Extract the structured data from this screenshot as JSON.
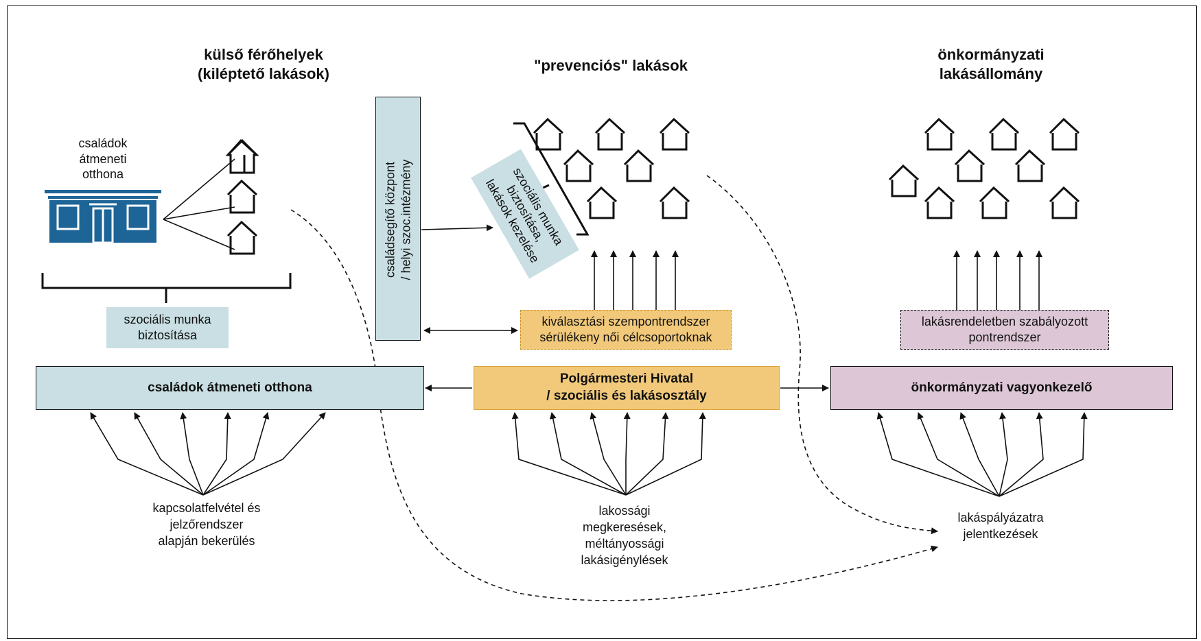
{
  "headings": {
    "external": [
      "külső férőhelyek",
      "(kiléptető lakások)"
    ],
    "prevention": "\"prevenciós\" lakások",
    "municipal": [
      "önkormányzati",
      "lakásállomány"
    ]
  },
  "shelter_building_label": [
    "családok",
    "átmeneti",
    "otthona"
  ],
  "social_work_left": [
    "szociális munka",
    "biztosítása"
  ],
  "family_center": [
    "családsegítő központ",
    "/ helyi szoc.intézmény"
  ],
  "social_work_rotated": [
    "szociális munka",
    "biztosítása,",
    "lakások kezelése"
  ],
  "selection_criteria": [
    "kiválasztási szempontrendszer",
    "sérülékeny női célcsoportoknak"
  ],
  "point_system": [
    "lakásrendeletben szabályozott",
    "pontrendszer"
  ],
  "main_boxes": {
    "shelter": "családok átmeneti otthona",
    "office": [
      "Polgármesteri Hivatal",
      "/ szociális és lakásosztály"
    ],
    "asset_manager": "önkormányzati vagyonkezelő"
  },
  "inputs": {
    "left": [
      "kapcsolatfelvétel és",
      "jelzőrendszer",
      "alapján bekerülés"
    ],
    "center": [
      "lakossági",
      "megkeresések,",
      "méltányossági",
      "lakásigénylések"
    ],
    "right": [
      "lakáspályázatra",
      "jelentkezések"
    ]
  },
  "colors": {
    "blue_box": "#c9dfe4",
    "orange_box": "#f2c97a",
    "orange_border": "#d9a23a",
    "purple_box": "#ddc7d6",
    "building": "#1d6497"
  },
  "icons": [
    "house-icon",
    "building-icon"
  ]
}
